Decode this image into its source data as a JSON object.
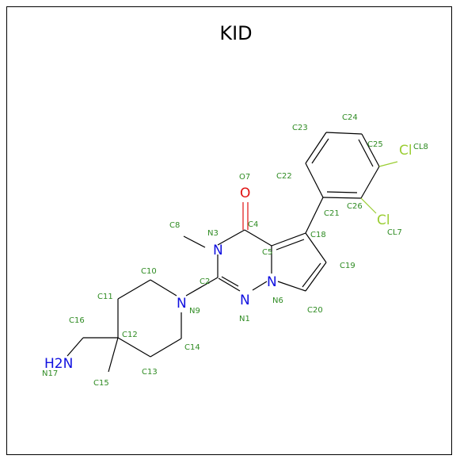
{
  "title": "KID",
  "colors": {
    "carbon_bond": "#000000",
    "nitrogen": "#1010e0",
    "oxygen": "#e01010",
    "chlorine": "#9acd32",
    "atom_label": "#2e8b22"
  },
  "heavy_atoms": {
    "N3": "N",
    "N9": "N",
    "N1": "N",
    "N6": "N",
    "O7": "O",
    "CL7": "Cl",
    "CL8": "Cl",
    "N17": "H2N"
  },
  "atom_labels": [
    "O7",
    "C4",
    "C8",
    "N3",
    "C5",
    "C18",
    "C21",
    "C26",
    "CL7",
    "C25",
    "CL8",
    "C24",
    "C23",
    "C22",
    "C19",
    "C20",
    "N6",
    "N1",
    "C2",
    "N9",
    "C10",
    "C11",
    "C12",
    "C13",
    "C14",
    "C15",
    "C16",
    "N17"
  ]
}
